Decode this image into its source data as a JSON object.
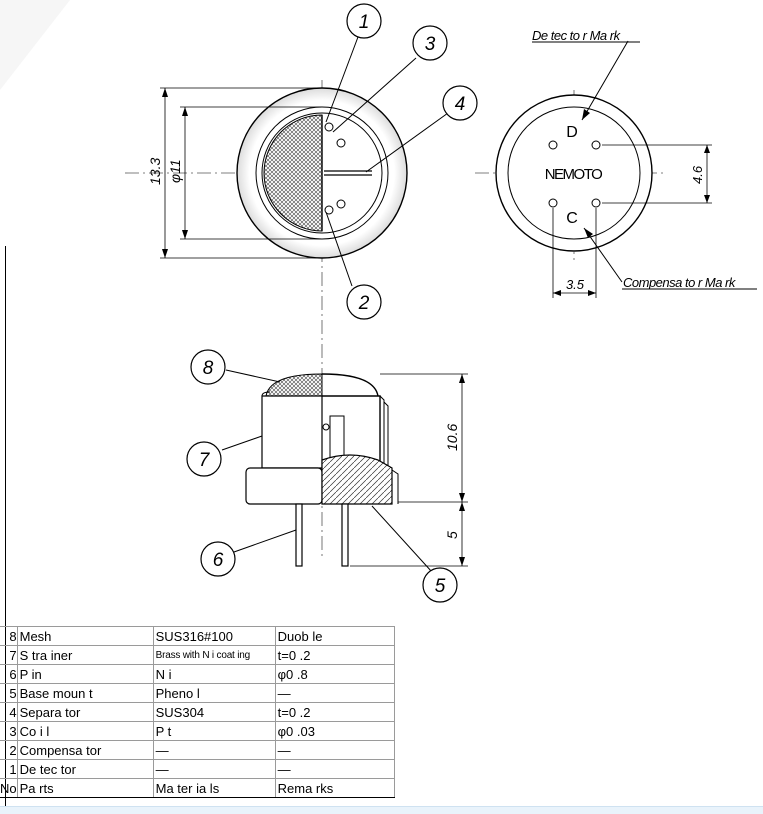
{
  "callouts": [
    "1",
    "2",
    "3",
    "4",
    "5",
    "6",
    "7",
    "8"
  ],
  "labels": {
    "detector_mark": "De tec to r Ma rk",
    "compensator_mark": "Compensa to r Ma rk",
    "brand": "NEMOTO",
    "d": "D",
    "c": "C"
  },
  "dimensions": {
    "outer_dia": "13.3",
    "inner_dia": "φ11",
    "pin_vertical": "4.6",
    "pin_horizontal": "3.5",
    "body_height": "10.6",
    "pin_length": "5"
  },
  "table": {
    "header": {
      "no": "No",
      "parts": "Pa rts",
      "materials": "Ma ter ia ls",
      "remarks": "Rema rks"
    },
    "rows": [
      {
        "no": "8",
        "part": "Mesh",
        "material": "SUS316#100",
        "remarks": "Duob le"
      },
      {
        "no": "7",
        "part": "S tra iner",
        "material": "Brass with N i coat ing",
        "remarks": "t=0 .2"
      },
      {
        "no": "6",
        "part": "P in",
        "material": "N i",
        "remarks": "φ0 .8"
      },
      {
        "no": "5",
        "part": "Base moun t",
        "material": "Pheno l",
        "remarks": "—"
      },
      {
        "no": "4",
        "part": "Separa tor",
        "material": "SUS304",
        "remarks": "t=0 .2"
      },
      {
        "no": "3",
        "part": "Co i l",
        "material": "P t",
        "remarks": "φ0 .03"
      },
      {
        "no": "2",
        "part": "Compensa tor",
        "material": "—",
        "remarks": "—"
      },
      {
        "no": "1",
        "part": "De tec tor",
        "material": "—",
        "remarks": "—"
      }
    ]
  }
}
